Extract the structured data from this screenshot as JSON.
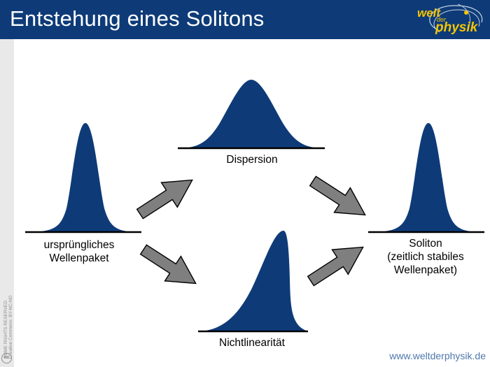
{
  "header": {
    "title": "Entstehung eines Solitons",
    "logo": {
      "line1": "welt",
      "line2": "der",
      "line3": "physik"
    },
    "colors": {
      "bar": "#0e3b78",
      "logo": "#f5c400"
    }
  },
  "diagram": {
    "nodes": {
      "original": {
        "line1": "ursprüngliches",
        "line2": "Wellenpaket"
      },
      "dispersion": {
        "line1": "Dispersion"
      },
      "nonlinearity": {
        "line1": "Nichtlinearität"
      },
      "soliton": {
        "line1": "Soliton",
        "line2": "(zeitlich stabiles",
        "line3": "Wellenpaket)"
      }
    },
    "colors": {
      "pulse": "#0e3b78",
      "arrow": "#7f7f7f"
    }
  },
  "sidebar": {
    "license": "SOME RIGHTS RESERVED",
    "license_detail": "Creative Commons: BY-NC-ND",
    "cc_icon": "cc"
  },
  "footer": {
    "url": "www.weltderphysik.de"
  }
}
